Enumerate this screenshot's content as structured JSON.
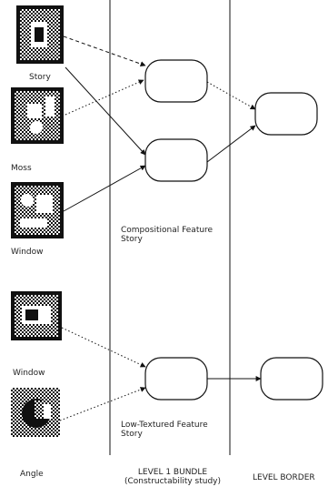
{
  "diagram": {
    "images": [
      {
        "id": "image-1",
        "label": "Story"
      },
      {
        "id": "image-2",
        "label": "Moss"
      },
      {
        "id": "image-3",
        "label": "Window"
      },
      {
        "id": "image-4",
        "label": "Window"
      },
      {
        "id": "image-5",
        "label": ""
      }
    ],
    "groups": {
      "upper": [
        "Compositional Feature",
        "Story"
      ],
      "lower": [
        "Low-Textured Feature",
        "Story"
      ]
    },
    "columns": {
      "source": [
        "Angle"
      ],
      "level1": [
        "LEVEL 1 BUNDLE",
        "(Constructability study)"
      ],
      "level2": [
        "LEVEL BORDER"
      ]
    }
  }
}
